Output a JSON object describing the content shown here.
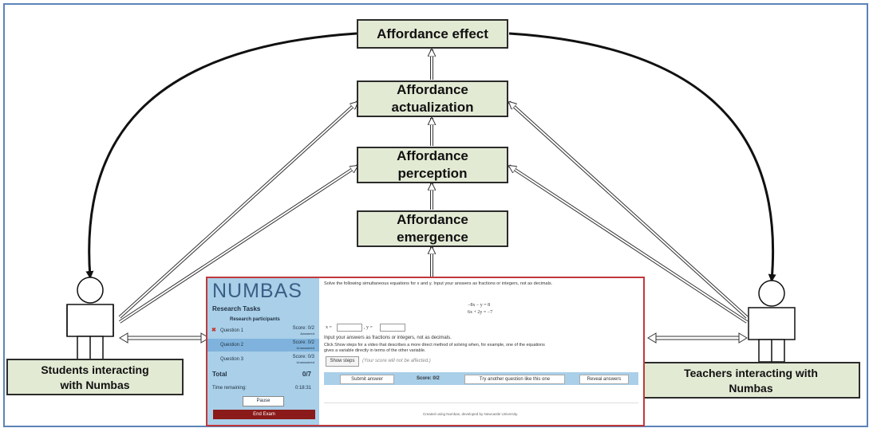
{
  "diagram": {
    "boxes": {
      "effect": "Affordance effect",
      "actualization_l1": "Affordance",
      "actualization_l2": "actualization",
      "perception_l1": "Affordance",
      "perception_l2": "perception",
      "emergence_l1": "Affordance",
      "emergence_l2": "emergence"
    },
    "students_label_l1": "Students interacting",
    "students_label_l2": "with Numbas",
    "teachers_label_l1": "Teachers interacting with",
    "teachers_label_l2": "Numbas",
    "colors": {
      "box_fill": "#e3ead4",
      "frame": "#5b84b8",
      "screenshot_border": "#c0393b"
    }
  },
  "numbas": {
    "logo": "NUMBAS",
    "exam_title": "Research Tasks",
    "subtitle": "Research participants",
    "questions": [
      {
        "name": "Question 1",
        "score": "Score: 0/2",
        "status": "Answered"
      },
      {
        "name": "Question 2",
        "score": "Score: 0/2",
        "status": "Unanswered"
      },
      {
        "name": "Question 3",
        "score": "Score: 0/3",
        "status": "Unanswered"
      }
    ],
    "total_label": "Total",
    "total_value": "0/7",
    "time_label": "Time remaining:",
    "time_value": "0:18:31",
    "pause": "Pause",
    "end_exam": "End Exam",
    "prompt": "Solve the following simultaneous equations for x and y. Input your answers as fractions or integers, not as decimals.",
    "eq1": "−8x − y = 8",
    "eq2": "6x + 2y = −7",
    "x_label": "x =",
    "y_label": ", y =",
    "hint": "Input your answers as fractions or integers, not as decimals.",
    "steps_text_l1": "Click Show steps for a video that describes a more direct method of solving when, for example, one of the equations",
    "steps_text_l2": "gives a variable directly in terms of the other variable.",
    "show_steps": "Show steps",
    "steps_note": "(Your score will not be affected.)",
    "submit": "Submit answer",
    "score": "Score: 0/2",
    "try_another": "Try another question like this one",
    "reveal": "Reveal answers",
    "footer": "Created using Numbas, developed by Newcastle University."
  }
}
